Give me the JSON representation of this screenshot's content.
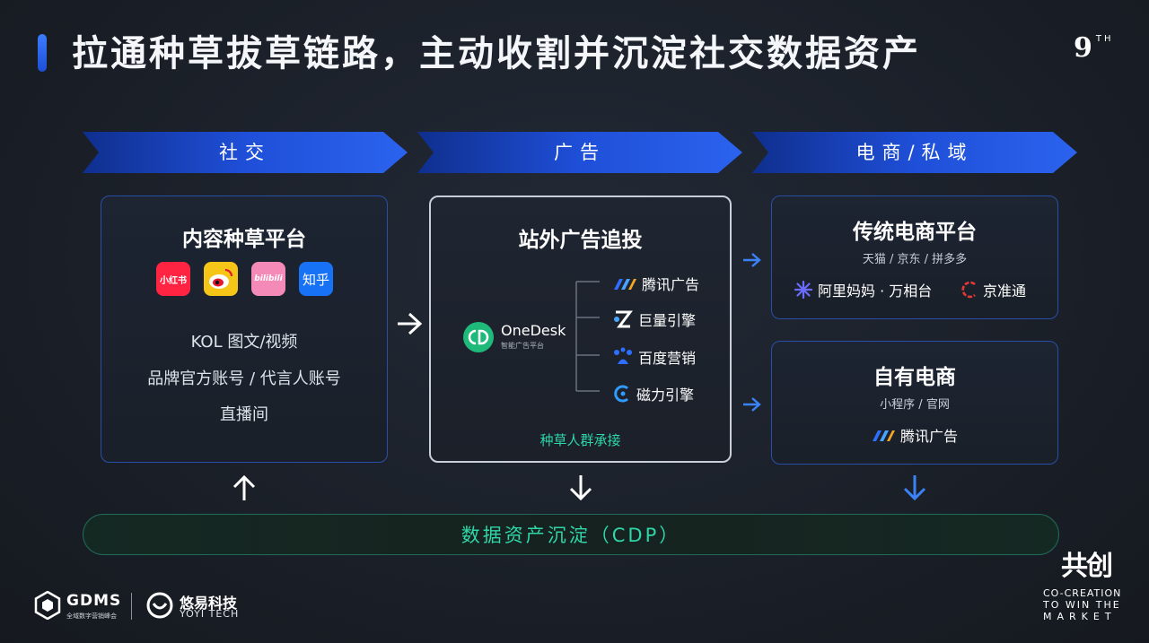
{
  "title": "拉通种草拔草链路，主动收割并沉淀社交数据资产",
  "edition": {
    "number": "9",
    "suffix": "TH"
  },
  "banners": [
    "社交",
    "广告",
    "电商/私域"
  ],
  "social_panel": {
    "title": "内容种草平台",
    "apps": [
      {
        "name": "小红书",
        "label": "小红书",
        "color": "#ff2442",
        "icon": "xiaohongshu-icon"
      },
      {
        "name": "微博",
        "label": "",
        "color": "#f5c518",
        "icon": "weibo-icon"
      },
      {
        "name": "bilibili",
        "label": "bilibili",
        "color": "#f38ab8",
        "icon": "bilibili-icon"
      },
      {
        "name": "知乎",
        "label": "知乎",
        "color": "#1772f6",
        "icon": "zhihu-icon"
      }
    ],
    "lines": [
      "KOL 图文/视频",
      "品牌官方账号 / 代言人账号",
      "直播间"
    ]
  },
  "ad_panel": {
    "title": "站外广告追投",
    "onedesk": {
      "name": "OneDesk",
      "sub": "智能广告平台"
    },
    "channels": [
      "腾讯广告",
      "巨量引擎",
      "百度营销",
      "磁力引擎"
    ],
    "footer": "种草人群承接"
  },
  "ec_panel1": {
    "title": "传统电商平台",
    "subtitle": "天猫 / 京东 / 拼多多",
    "brands": [
      "阿里妈妈 · 万相台",
      "京准通"
    ]
  },
  "ec_panel2": {
    "title": "自有电商",
    "subtitle": "小程序 / 官网",
    "brand": "腾讯广告"
  },
  "cdp": "数据资产沉淀（CDP）",
  "footer": {
    "gdms": "GDMS",
    "gdms_sub": "全域数字营销峰会",
    "yoyi": "悠易科技",
    "yoyi_sub": "YOYI TECH",
    "cocreation_mark": "共创",
    "cocreation": [
      "CO-CREATION",
      "TO WIN THE",
      "MARKET"
    ]
  },
  "colors": {
    "accent_blue": "#2f6fff",
    "cdp_green": "#2fd6a8",
    "ad_footer_green": "#2fd6a8"
  }
}
